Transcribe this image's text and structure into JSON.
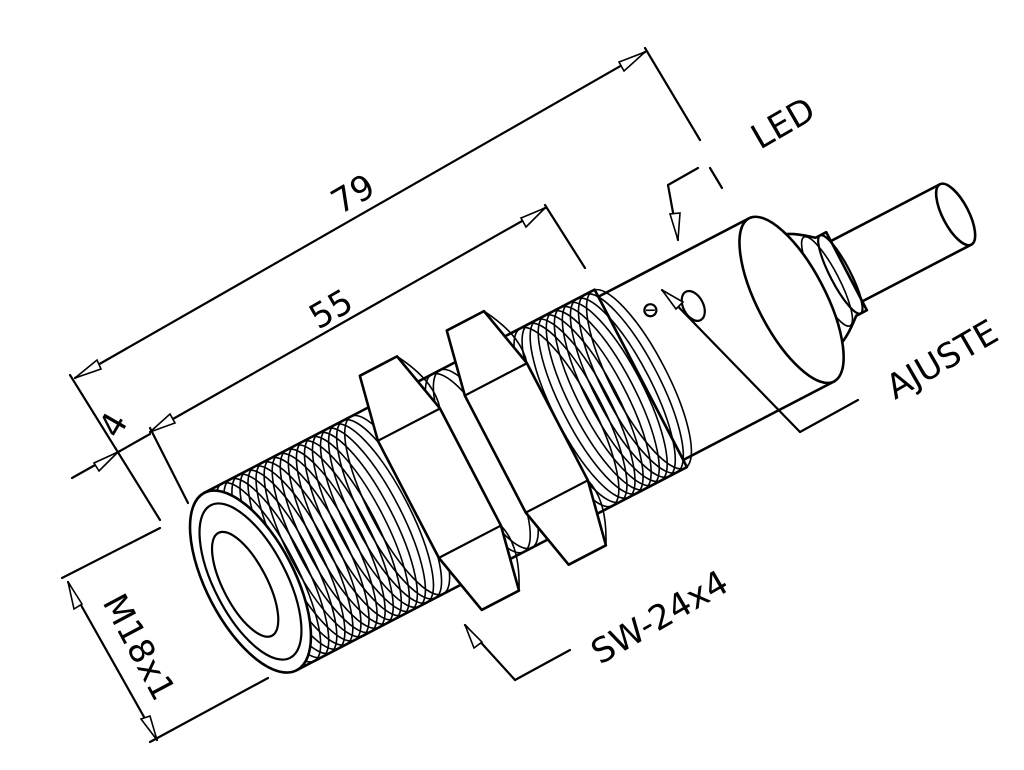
{
  "dimensions": {
    "overall_length": "79",
    "thread_length": "55",
    "face_offset": "4",
    "thread_size": "M18x1",
    "nut_size": "SW-24x4"
  },
  "labels": {
    "led": "LED",
    "adjust": "AJUSTE"
  },
  "thread_rings": 46
}
